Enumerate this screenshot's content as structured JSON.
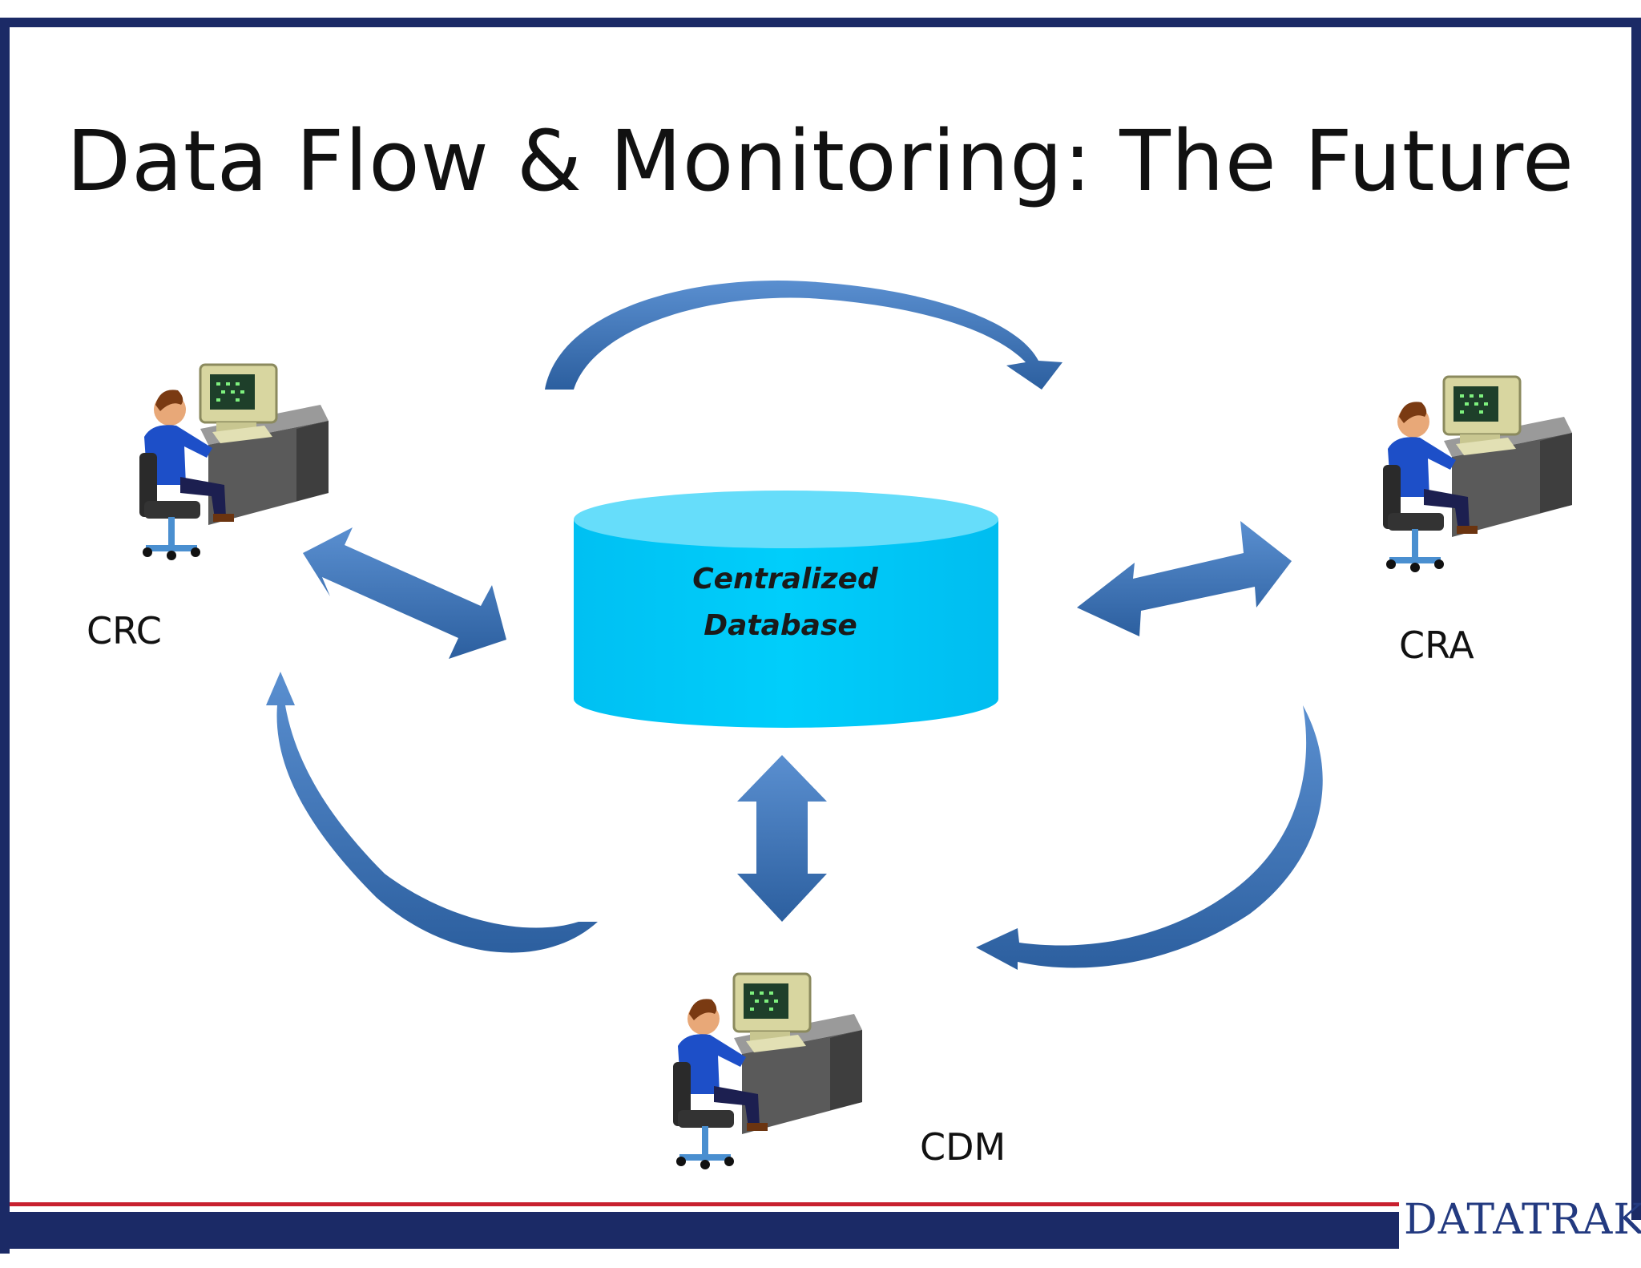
{
  "slide": {
    "title": "Data Flow & Monitoring: The Future"
  },
  "roles": {
    "crc": "CRC",
    "cra": "CRA",
    "cdm": "CDM"
  },
  "database": {
    "line1": "Centralized",
    "line2": "Database"
  },
  "logo": {
    "text": "DATATRAK"
  },
  "colors": {
    "frame": "#1b2a66",
    "arrow": "#3a6fb8",
    "arrow_dark": "#1f4f8c",
    "database_body": "#00c8f8",
    "database_top": "#66ddfa",
    "footer_red": "#c8202f",
    "logo_text": "#233a80"
  },
  "icons": {
    "workstation": "person-at-computer-icon",
    "database": "cylinder-database-icon",
    "arrows": "double-arrow-icon"
  }
}
